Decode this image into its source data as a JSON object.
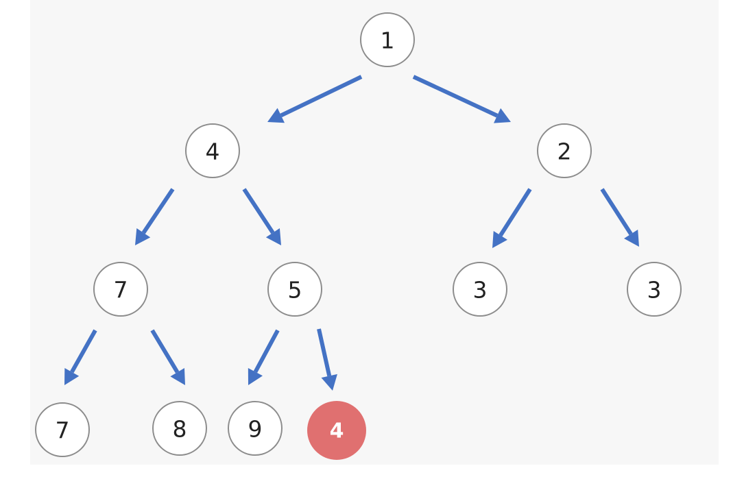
{
  "tree": {
    "colors": {
      "edge": "#4472c4",
      "node_border": "#8c8c8c",
      "node_fill": "#ffffff",
      "node_text": "#222222",
      "highlight_fill": "#e07070",
      "highlight_text": "#ffffff"
    },
    "nodes": [
      {
        "id": "n1",
        "label": "1",
        "highlight": false
      },
      {
        "id": "n2",
        "label": "4",
        "highlight": false
      },
      {
        "id": "n3",
        "label": "2",
        "highlight": false
      },
      {
        "id": "n4",
        "label": "7",
        "highlight": false
      },
      {
        "id": "n5",
        "label": "5",
        "highlight": false
      },
      {
        "id": "n6",
        "label": "3",
        "highlight": false
      },
      {
        "id": "n7",
        "label": "3",
        "highlight": false
      },
      {
        "id": "n8",
        "label": "7",
        "highlight": false
      },
      {
        "id": "n9",
        "label": "8",
        "highlight": false
      },
      {
        "id": "n10",
        "label": "9",
        "highlight": false
      },
      {
        "id": "n11",
        "label": "4",
        "highlight": true
      }
    ],
    "edges": [
      {
        "from": "n1",
        "to": "n2"
      },
      {
        "from": "n1",
        "to": "n3"
      },
      {
        "from": "n2",
        "to": "n4"
      },
      {
        "from": "n2",
        "to": "n5"
      },
      {
        "from": "n3",
        "to": "n6"
      },
      {
        "from": "n3",
        "to": "n7"
      },
      {
        "from": "n4",
        "to": "n8"
      },
      {
        "from": "n4",
        "to": "n9"
      },
      {
        "from": "n5",
        "to": "n10"
      },
      {
        "from": "n5",
        "to": "n11"
      }
    ]
  }
}
